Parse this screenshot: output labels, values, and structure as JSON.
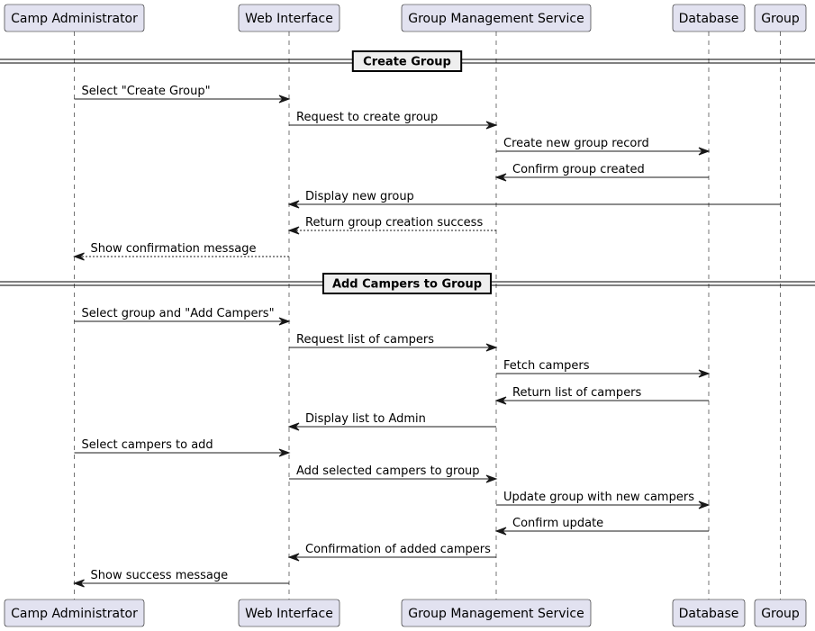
{
  "participants": [
    {
      "id": "admin",
      "label": "Camp Administrator"
    },
    {
      "id": "web",
      "label": "Web Interface"
    },
    {
      "id": "gms",
      "label": "Group Management Service"
    },
    {
      "id": "db",
      "label": "Database"
    },
    {
      "id": "group",
      "label": "Group"
    }
  ],
  "groups": [
    {
      "label": "Create Group"
    },
    {
      "label": "Add Campers to Group"
    }
  ],
  "messages": [
    {
      "from": "admin",
      "to": "web",
      "label": "Select \"Create Group\"",
      "style": "solid"
    },
    {
      "from": "web",
      "to": "gms",
      "label": "Request to create group",
      "style": "solid"
    },
    {
      "from": "gms",
      "to": "db",
      "label": "Create new group record",
      "style": "solid"
    },
    {
      "from": "db",
      "to": "gms",
      "label": "Confirm group created",
      "style": "solid"
    },
    {
      "from": "group",
      "to": "web",
      "label": "Display new group",
      "style": "solid"
    },
    {
      "from": "gms",
      "to": "web",
      "label": "Return group creation success",
      "style": "dashed"
    },
    {
      "from": "web",
      "to": "admin",
      "label": "Show confirmation message",
      "style": "dashed"
    },
    {
      "from": "admin",
      "to": "web",
      "label": "Select group and \"Add Campers\"",
      "style": "solid"
    },
    {
      "from": "web",
      "to": "gms",
      "label": "Request list of campers",
      "style": "solid"
    },
    {
      "from": "gms",
      "to": "db",
      "label": "Fetch campers",
      "style": "solid"
    },
    {
      "from": "db",
      "to": "gms",
      "label": "Return list of campers",
      "style": "solid"
    },
    {
      "from": "gms",
      "to": "web",
      "label": "Display list to Admin",
      "style": "solid"
    },
    {
      "from": "admin",
      "to": "web",
      "label": "Select campers to add",
      "style": "solid"
    },
    {
      "from": "web",
      "to": "gms",
      "label": "Add selected campers to group",
      "style": "solid"
    },
    {
      "from": "gms",
      "to": "db",
      "label": "Update group with new campers",
      "style": "solid"
    },
    {
      "from": "db",
      "to": "gms",
      "label": "Confirm update",
      "style": "solid"
    },
    {
      "from": "gms",
      "to": "web",
      "label": "Confirmation of added campers",
      "style": "solid"
    },
    {
      "from": "web",
      "to": "admin",
      "label": "Show success message",
      "style": "solid"
    }
  ],
  "colors": {
    "participant_fill": "#e2e2f0",
    "participant_border": "#181818",
    "lifeline": "#181818",
    "arrow": "#181818",
    "group_fill": "#eeeeee"
  }
}
